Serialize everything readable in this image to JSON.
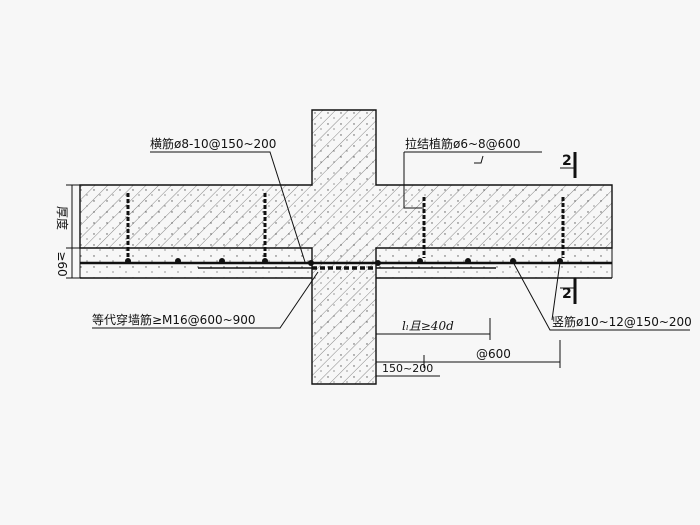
{
  "labels": {
    "horizontal_bar": "横筋ø8-10@150~200",
    "tie_bar": "拉结植筋ø6~8@600",
    "through_wall_bar": "等代穿墙筋≥M16@600~900",
    "vertical_bar": "竖筋ø10~12@150~200",
    "thickness": "厚度",
    "min_60": "≥60",
    "anchor_len": "lₗ且≥40d",
    "spacing_600": "@600",
    "dim_150_200": "150~200",
    "section_mark_top": "2",
    "section_mark_bottom": "2"
  },
  "colors": {
    "line": "#111111",
    "hatch": "#555555",
    "paper": "#f7f7f7"
  }
}
